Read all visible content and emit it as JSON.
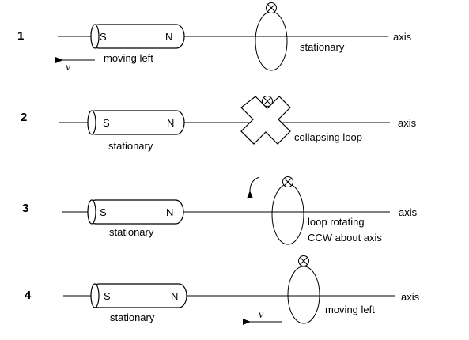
{
  "scenarios": [
    {
      "number": "1",
      "magnet_south": "S",
      "magnet_north": "N",
      "magnet_label": "moving left",
      "loop_label": "stationary",
      "axis_label": "axis",
      "velocity_symbol": "v"
    },
    {
      "number": "2",
      "magnet_south": "S",
      "magnet_north": "N",
      "magnet_label": "stationary",
      "loop_label": "collapsing loop",
      "axis_label": "axis"
    },
    {
      "number": "3",
      "magnet_south": "S",
      "magnet_north": "N",
      "magnet_label": "stationary",
      "loop_label_line1": "loop rotating",
      "loop_label_line2": "CCW about axis",
      "axis_label": "axis"
    },
    {
      "number": "4",
      "magnet_south": "S",
      "magnet_north": "N",
      "magnet_label": "stationary",
      "loop_label": "moving left",
      "axis_label": "axis",
      "velocity_symbol": "v"
    }
  ]
}
